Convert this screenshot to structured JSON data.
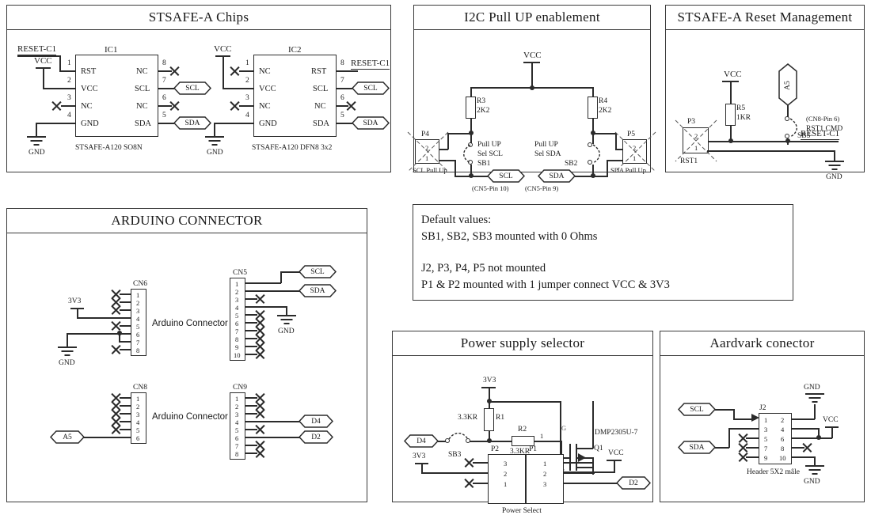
{
  "panels": {
    "chips": {
      "title": "STSAFE-A Chips"
    },
    "pullup": {
      "title": "I2C Pull UP enablement"
    },
    "reset": {
      "title": "STSAFE-A Reset Management"
    },
    "arduino": {
      "title": "ARDUINO CONNECTOR"
    },
    "power": {
      "title": "Power supply selector"
    },
    "aardvark": {
      "title": "Aardvark conector"
    }
  },
  "ic1": {
    "ref": "IC1",
    "part": "STSAFE-A120 SO8N",
    "left_pins": [
      {
        "num": "1",
        "name": "RST"
      },
      {
        "num": "2",
        "name": "VCC"
      },
      {
        "num": "3",
        "name": "NC"
      },
      {
        "num": "4",
        "name": "GND"
      }
    ],
    "right_pins": [
      {
        "num": "8",
        "name": "NC"
      },
      {
        "num": "7",
        "name": "SCL"
      },
      {
        "num": "6",
        "name": "NC"
      },
      {
        "num": "5",
        "name": "SDA"
      }
    ],
    "net_reset": "RESET-C1",
    "net_vcc": "VCC",
    "net_gnd": "GND",
    "port_scl": "SCL",
    "port_sda": "SDA"
  },
  "ic2": {
    "ref": "IC2",
    "part": "STSAFE-A120 DFN8 3x2",
    "left_pins": [
      {
        "num": "1",
        "name": "NC"
      },
      {
        "num": "2",
        "name": "VCC"
      },
      {
        "num": "3",
        "name": "NC"
      },
      {
        "num": "4",
        "name": "GND"
      }
    ],
    "right_pins": [
      {
        "num": "8",
        "name": "RST"
      },
      {
        "num": "7",
        "name": "SCL"
      },
      {
        "num": "6",
        "name": "NC"
      },
      {
        "num": "5",
        "name": "SDA"
      }
    ],
    "net_reset": "RESET-C1",
    "net_vcc": "VCC",
    "net_gnd": "GND",
    "port_scl": "SCL",
    "port_sda": "SDA"
  },
  "pullup": {
    "net_vcc": "VCC",
    "r3": {
      "ref": "R3",
      "value": "2K2"
    },
    "r4": {
      "ref": "R4",
      "value": "2K2"
    },
    "p4": {
      "ref": "P4",
      "label": "SCL Pull Up",
      "pin_top": "2",
      "pin_bot": "1"
    },
    "p5": {
      "ref": "P5",
      "label": "SDA Pull Up",
      "pin_top": "2",
      "pin_bot": "1"
    },
    "sb1": {
      "ref": "SB1",
      "caption1": "Pull UP",
      "caption2": "Sel SCL"
    },
    "sb2": {
      "ref": "SB2",
      "caption1": "Pull UP",
      "caption2": "Sel SDA"
    },
    "port_scl": "SCL",
    "port_sda": "SDA",
    "scl_note": "(CN5-Pin 10)",
    "sda_note": "(CN5-Pin 9)"
  },
  "reset": {
    "net_vcc": "VCC",
    "net_gnd": "GND",
    "net_reset": "RESET-C1",
    "r5": {
      "ref": "R5",
      "value": "1KR"
    },
    "p3": {
      "ref": "P3",
      "label": "RST1",
      "pin_top": "2",
      "pin_bot": "1"
    },
    "sb5": {
      "ref": "SB5"
    },
    "port_a5": "A5",
    "note1": "(CN8-Pin 6)",
    "note2": "RST1 CMD"
  },
  "arduino": {
    "label": "Arduino Connector",
    "cn6": {
      "ref": "CN6",
      "pins": [
        "1",
        "2",
        "3",
        "4",
        "5",
        "6",
        "7",
        "8"
      ]
    },
    "cn5": {
      "ref": "CN5",
      "pins": [
        "1",
        "2",
        "3",
        "4",
        "5",
        "6",
        "7",
        "8",
        "9",
        "10"
      ]
    },
    "cn8": {
      "ref": "CN8",
      "pins": [
        "1",
        "2",
        "3",
        "4",
        "5",
        "6"
      ]
    },
    "cn9": {
      "ref": "CN9",
      "pins": [
        "1",
        "2",
        "3",
        "4",
        "5",
        "6",
        "7",
        "8"
      ]
    },
    "net_3v3": "3V3",
    "net_gnd": "GND",
    "net_gnd2": "GND",
    "port_scl": "SCL",
    "port_sda": "SDA",
    "port_a5": "A5",
    "port_d4": "D4",
    "port_d2": "D2"
  },
  "defaults": {
    "line1": "Default values:",
    "line2": "SB1, SB2, SB3 mounted with 0 Ohms",
    "line3": "",
    "line4": "J2, P3, P4, P5 not mounted",
    "line5": "P1 & P2 mounted with 1 jumper connect  VCC & 3V3"
  },
  "power": {
    "net_3v3_top": "3V3",
    "net_3v3_left": "3V3",
    "net_vcc": "VCC",
    "r1": {
      "ref": "R1",
      "value": "3.3KR"
    },
    "r2": {
      "ref": "R2",
      "value": "3.3KR"
    },
    "q1": {
      "ref": "Q1",
      "part": "DMP2305U-7",
      "pin_label": "1"
    },
    "sb3": {
      "ref": "SB3"
    },
    "p2": {
      "ref": "P2",
      "pins": [
        "3",
        "2",
        "1"
      ]
    },
    "p1": {
      "ref": "P1",
      "pins": [
        "1",
        "2",
        "3"
      ]
    },
    "caption": "Power Select",
    "port_d4": "D4",
    "port_d2": "D2"
  },
  "aardvark": {
    "j2": {
      "ref": "J2",
      "left_pins": [
        "1",
        "3",
        "5",
        "7",
        "9"
      ],
      "right_pins": [
        "2",
        "4",
        "6",
        "8",
        "10"
      ],
      "caption": "Header 5X2 mâle"
    },
    "port_scl": "SCL",
    "port_sda": "SDA",
    "net_gnd_top": "GND",
    "net_gnd_bot": "GND",
    "net_vcc": "VCC"
  }
}
